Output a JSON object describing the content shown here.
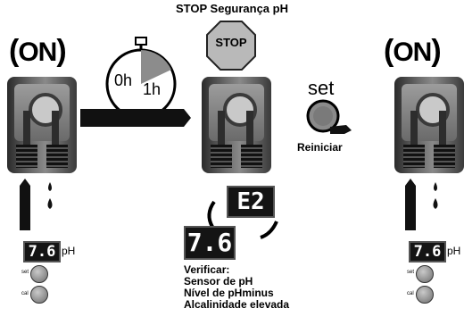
{
  "title": "STOP Segurança pH",
  "left_state": {
    "label": "ON",
    "display": "7.6",
    "unit": "pH",
    "buttons": [
      "set",
      "cal"
    ]
  },
  "right_state": {
    "label": "ON",
    "display": "7.6",
    "unit": "pH",
    "buttons": [
      "set",
      "cal"
    ]
  },
  "timer": {
    "start": "0h",
    "end": "1h"
  },
  "stop_sign": {
    "label": "STOP",
    "color": "#b9b9b9"
  },
  "middle": {
    "display_top": "E2",
    "display_bottom": "7.6"
  },
  "set_button": {
    "label": "set",
    "action": "Reiniciar"
  },
  "verify": {
    "heading": "Verificar:",
    "items": [
      "Sensor de pH",
      "Nível de pHminus",
      "Alcalinidade elevada"
    ]
  },
  "icons": [
    "stopwatch-icon",
    "stop-sign-icon",
    "pump-icon",
    "arrow-icon",
    "drop-icon"
  ]
}
